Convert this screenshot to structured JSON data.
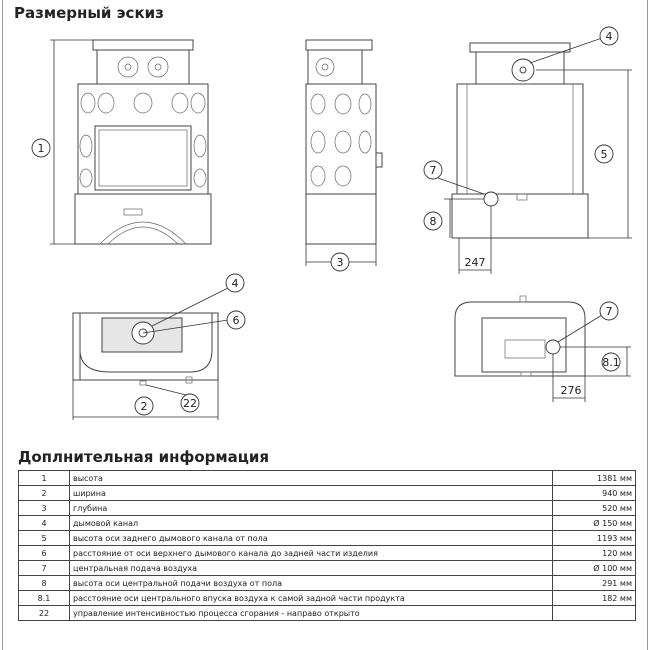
{
  "header": {
    "title": "Размерный эскиз"
  },
  "section": {
    "title": "Доплнительная информация"
  },
  "sketch_labels": {
    "c1": "1",
    "c2": "2",
    "c3": "3",
    "c4a": "4",
    "c4b": "4",
    "c5": "5",
    "c6": "6",
    "c7a": "7",
    "c7b": "7",
    "c8": "8",
    "c81": "8.1",
    "c22": "22",
    "d247": "247",
    "d276": "276"
  },
  "table": {
    "rows": [
      {
        "num": "1",
        "desc": "высота",
        "value": "1381 мм"
      },
      {
        "num": "2",
        "desc": "ширина",
        "value": "940 мм"
      },
      {
        "num": "3",
        "desc": "глубина",
        "value": "520 мм"
      },
      {
        "num": "4",
        "desc": "дымовой канал",
        "value": "Ø 150 мм"
      },
      {
        "num": "5",
        "desc": "высота оси заднего дымового канала от пола",
        "value": "1193 мм"
      },
      {
        "num": "6",
        "desc": "расстояние от оси верхнего дымового канала до задней части изделия",
        "value": "120 мм"
      },
      {
        "num": "7",
        "desc": "центральная подача воздуха",
        "value": "Ø 100 мм"
      },
      {
        "num": "8",
        "desc": "высота оси центральной подачи воздуха от пола",
        "value": "291 мм"
      },
      {
        "num": "8.1",
        "desc": "расстояние оси центрального впуска воздуха к самой задной части продукта",
        "value": "182 мм"
      },
      {
        "num": "22",
        "desc": "управление интенсивностью процесса сгорания - направо открыто",
        "value": ""
      }
    ]
  }
}
